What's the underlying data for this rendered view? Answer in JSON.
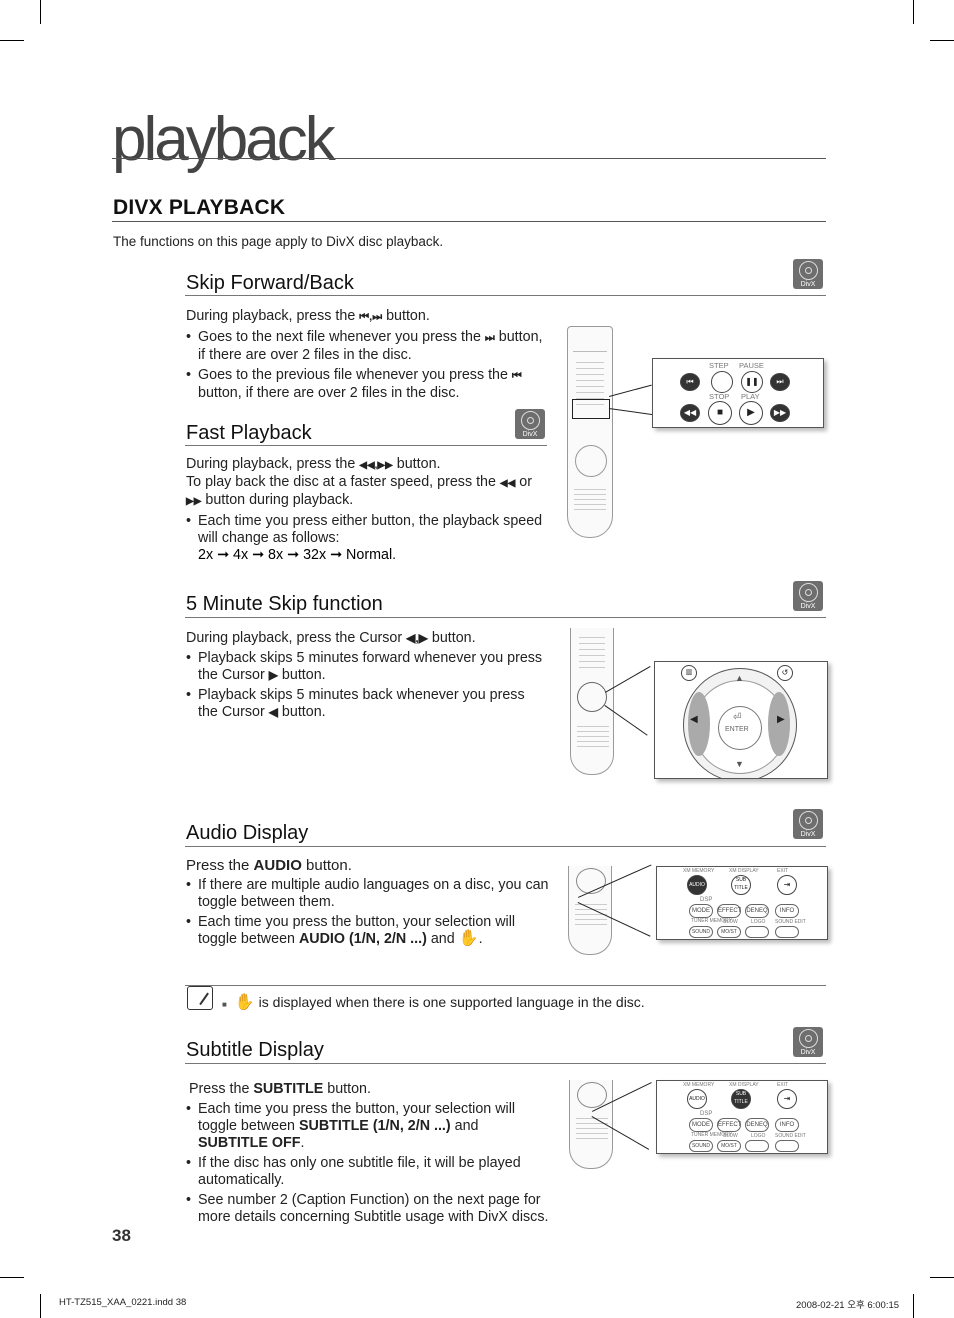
{
  "header": {
    "section": "playback"
  },
  "divx": {
    "title": "DIVX PLAYBACK",
    "intro": "The functions on this page apply to DivX disc playback.",
    "badge_label": "DivX"
  },
  "skip": {
    "title": "Skip Forward/Back",
    "line1_a": "During playback, press the ",
    "line1_icons": "⏮,⏭",
    "line1_b": " button.",
    "bullet1_a": "Goes to the next file whenever you press the ",
    "bullet1_icon": "⏭",
    "bullet1_b": " button, if there are over 2 files in the disc.",
    "bullet2_a": "Goes to the previous file whenever you press the ",
    "bullet2_icon": "⏮",
    "bullet2_b": " button, if there are over 2 files in the disc."
  },
  "fast": {
    "title": "Fast Playback",
    "line1_a": "During playback, press the ",
    "line1_icons": "◀◀,▶▶",
    "line1_b": " button.",
    "line2_a": "To play back the disc at a faster speed, press the ",
    "line2_icon1": "◀◀",
    "line2_b": " or ",
    "line2_icon2": "▶▶",
    "line2_c": " button during playback.",
    "bullet1": "Each time you press either button, the playback speed will change as follows:",
    "speeds": "2x ➞ 4x ➞ 8x ➞ 32x ➞ Normal",
    "speeds_end": "."
  },
  "five": {
    "title": "5 Minute Skip function",
    "line1_a": "During playback, press the Cursor ",
    "line1_icons": "◀,▶",
    "line1_b": " button.",
    "bullet1_a": "Playback skips 5 minutes forward whenever you press the Cursor ",
    "bullet1_icon": "▶",
    "bullet1_b": " button.",
    "bullet2_a": "Playback skips 5 minutes back whenever you press the Cursor ",
    "bullet2_icon": "◀",
    "bullet2_b": " button."
  },
  "audio": {
    "title": "Audio Display",
    "line1_a": "Press the ",
    "line1_bold": "AUDIO",
    "line1_b": " button.",
    "bullet1": "If there are multiple audio languages on a disc, you can toggle between them.",
    "bullet2_a": "Each time you press the button, your selection will toggle between ",
    "bullet2_bold": "AUDIO (1/N, 2/N ...)",
    "bullet2_b": " and ",
    "bullet2_end": "."
  },
  "note": {
    "marker": "■",
    "text": " is displayed when there is one supported language in the disc."
  },
  "subtitle": {
    "title": "Subtitle Display",
    "line1_a": "Press the ",
    "line1_bold": "SUBTITLE",
    "line1_b": " button.",
    "bullet1_a": "Each time you press the button, your selection will toggle between ",
    "bullet1_bold1": "SUBTITLE (1/N, 2/N ...)",
    "bullet1_b": " and ",
    "bullet1_bold2": "SUBTITLE OFF",
    "bullet1_end": ".",
    "bullet2": "If the disc has only one subtitle file, it will be played automatically.",
    "bullet3": "See number 2 (Caption Function) on the next page for more details concerning Subtitle usage with DivX discs."
  },
  "remote_labels": {
    "step": "STEP",
    "pause": "PAUSE",
    "stop": "STOP",
    "play": "PLAY",
    "enter": "ENTER",
    "audio": "AUDIO",
    "subtitle": "SUB TITLE",
    "exit": "EXIT",
    "mode": "MODE",
    "effect": "EFFECT",
    "dsp": "DSP",
    "deneq": "DENEQ",
    "info": "INFO",
    "slow": "SLOW",
    "logo": "LOGO",
    "sound_edit": "SOUND EDIT",
    "sound": "SOUND",
    "mo_st": "MO/ST",
    "xm_memory": "XM MEMORY",
    "xm_display": "XM DISPLAY",
    "tuner_memory": "TUNER MEMORY"
  },
  "footer": {
    "page_number": "38",
    "file": "HT-TZ515_XAA_0221.indd   38",
    "date": "2008-02-21   오후 6:00:15"
  }
}
